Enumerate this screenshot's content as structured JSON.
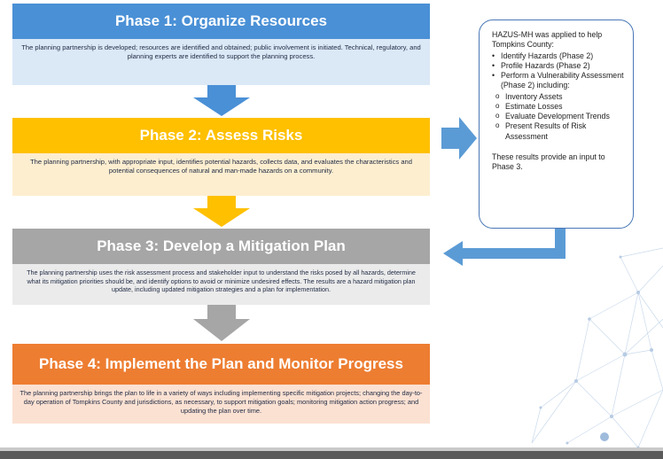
{
  "phases": [
    {
      "title": "Phase 1: Organize Resources",
      "description": "The planning partnership is developed; resources are identified and obtained; public involvement is initiated.  Technical, regulatory, and planning experts are identified to support the planning process.",
      "color": "#4a90d6"
    },
    {
      "title": "Phase 2: Assess Risks",
      "description": "The planning partnership, with appropriate input, identifies potential hazards, collects data, and evaluates the characteristics and potential consequences of natural and man-made hazards on a community.",
      "color": "#ffc000"
    },
    {
      "title": "Phase 3: Develop a Mitigation Plan",
      "description": "The planning partnership uses the risk assessment process and stakeholder input to understand the risks posed by all hazards, determine what its mitigation priorities should be, and identify options to avoid or minimize undesired effects.  The results are a hazard mitigation plan update, including updated mitigation strategies and a plan for implementation.",
      "color": "#a6a6a6"
    },
    {
      "title": "Phase 4: Implement the Plan and Monitor Progress",
      "description": "The planning partnership brings the plan to life in a variety of ways including implementing specific mitigation projects; changing the day-to-day operation of Tompkins County and jurisdictions, as necessary, to support mitigation goals; monitoring mitigation action progress; and updating the plan over time.",
      "color": "#ed7d31"
    }
  ],
  "info_box": {
    "intro": "HAZUS-MH was applied to help Tompkins County:",
    "bullets": [
      "Identify Hazards (Phase 2)",
      "Profile Hazards (Phase 2)",
      "Perform a Vulnerability Assessment (Phase 2) including:"
    ],
    "sub_bullets": [
      "Inventory Assets",
      "Estimate Losses",
      "Evaluate Development Trends",
      "Present Results of Risk Assessment"
    ],
    "footer": "These results provide an input to Phase 3.",
    "border_color": "#4a78b5"
  },
  "connector_color": "#5b9bd5"
}
